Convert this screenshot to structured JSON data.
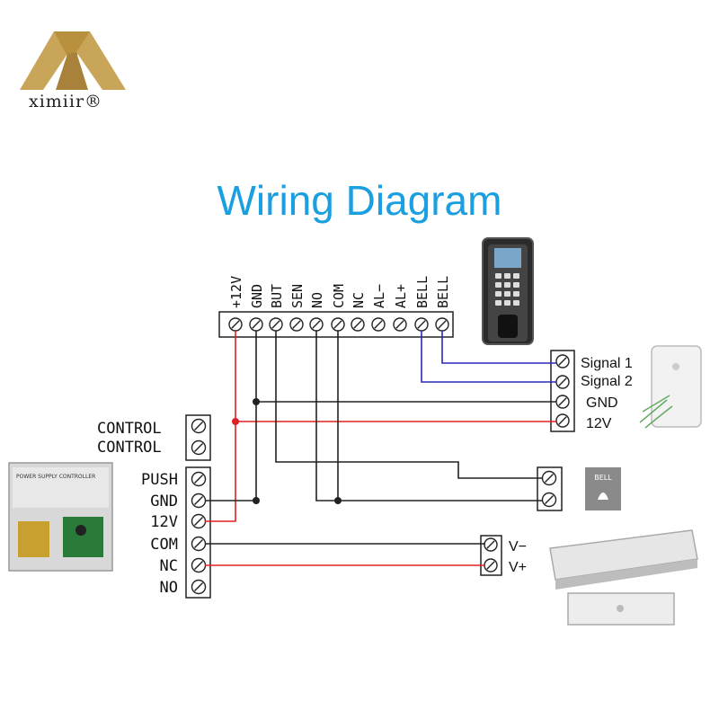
{
  "brand": {
    "name": "ximiir®"
  },
  "title": "Wiring Diagram",
  "controller_terminals": [
    "+12V",
    "GND",
    "BUT",
    "SEN",
    "NO",
    "COM",
    "NC",
    "AL−",
    "AL+",
    "BELL",
    "BELL"
  ],
  "power_supply": {
    "control_labels": [
      "CONTROL",
      "CONTROL"
    ],
    "terminal_labels": [
      "PUSH",
      "GND",
      "12V",
      "COM",
      "NC",
      "NO"
    ],
    "device_text": "POWER SUPPLY CONTROLLER"
  },
  "doorbell": {
    "labels": [
      "Signal 1",
      "Signal 2",
      "GND",
      "12V"
    ]
  },
  "exit_button": {
    "badge": "BELL"
  },
  "lock": {
    "labels": [
      "V−",
      "V+"
    ]
  },
  "colors": {
    "title": "#1a9fe0",
    "red_wire": "#e02020",
    "blue_wire": "#2a2ab8",
    "black_wire": "#222222"
  }
}
